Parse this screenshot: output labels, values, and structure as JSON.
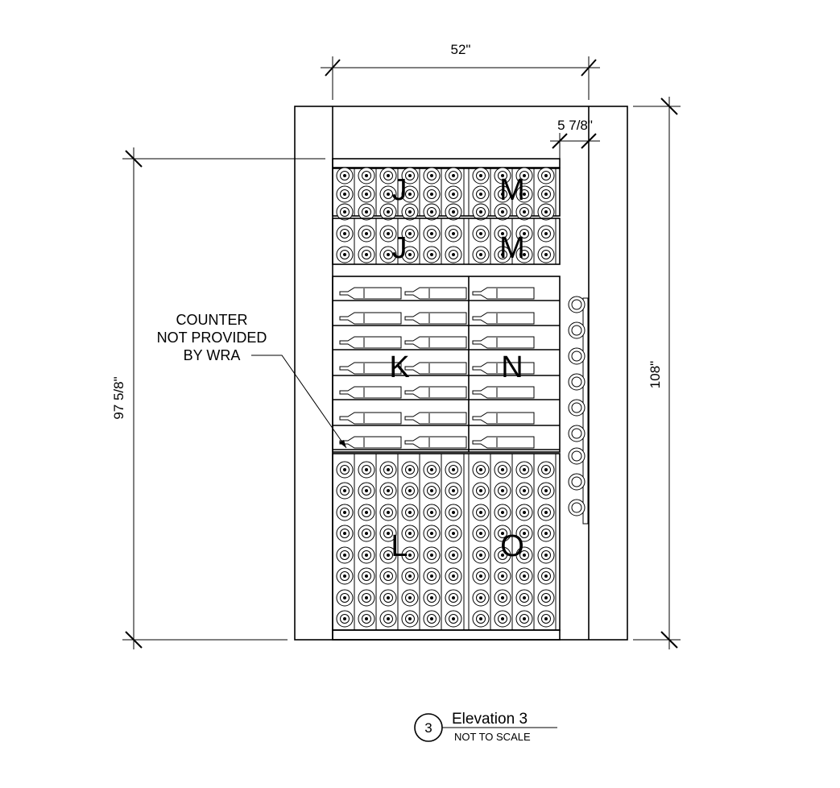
{
  "dimensions": {
    "overall_width": "52\"",
    "side_panel": "5 7/8\"",
    "overall_height": "108\"",
    "rack_height": "97 5/8\""
  },
  "callout": {
    "lines": [
      "COUNTER",
      "NOT PROVIDED",
      "BY WRA"
    ]
  },
  "section_labels": {
    "j_top": "J",
    "j_bottom": "J",
    "m_top": "M",
    "m_bottom": "M",
    "k": "K",
    "n": "N",
    "l": "L",
    "o": "O"
  },
  "title_block": {
    "number": "3",
    "title": "Elevation 3",
    "subtitle": "NOT TO SCALE"
  }
}
